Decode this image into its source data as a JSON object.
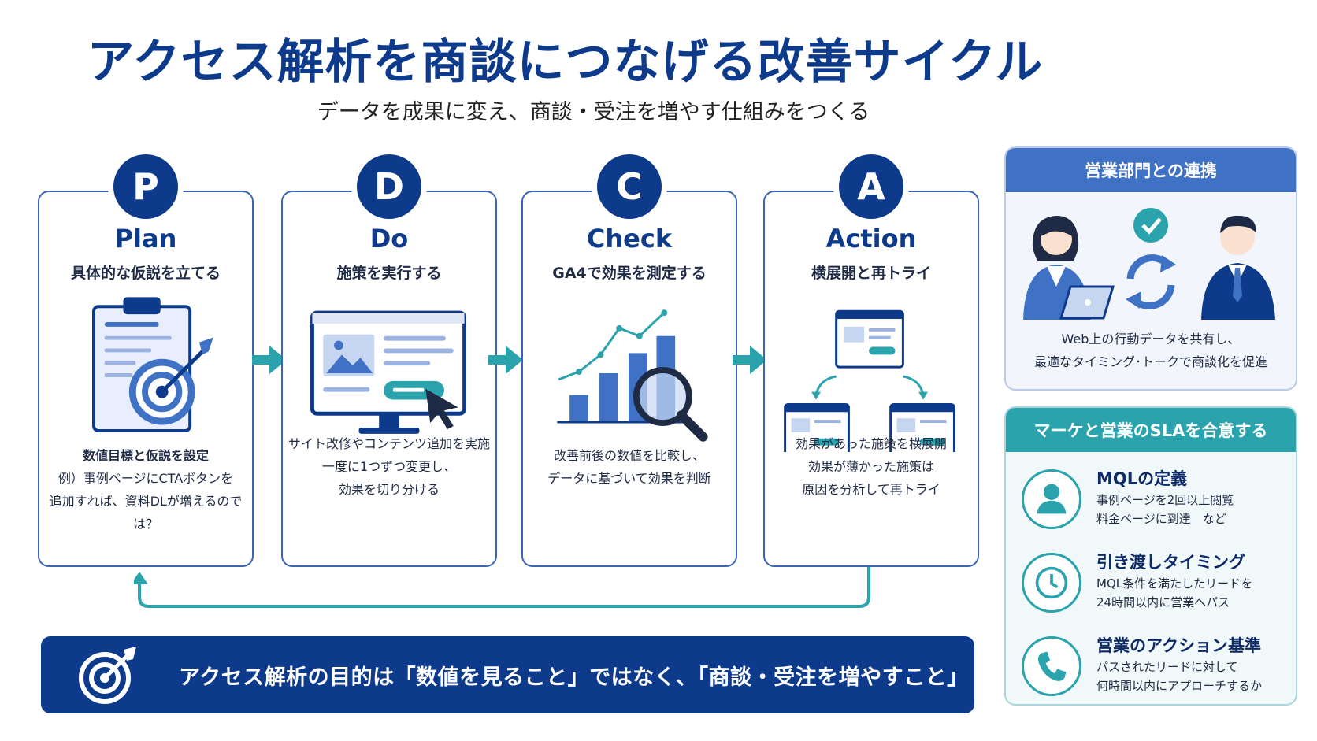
{
  "header": {
    "title": "アクセス解析を商談につなげる改善サイクル",
    "subtitle": "データを成果に変え、商談・受注を増やす仕組みをつくる"
  },
  "cycle": [
    {
      "letter": "P",
      "title": "Plan",
      "subtitle": "具体的な仮説を立てる",
      "desc": [
        "数値目標と仮説を設定",
        "例）事例ページにCTAボタンを",
        "追加すれば、資料DLが増えるのでは？"
      ]
    },
    {
      "letter": "D",
      "title": "Do",
      "subtitle": "施策を実行する",
      "desc": [
        "サイト改修やコンテンツ追加を実施",
        "一度に1つずつ変更し、",
        "効果を切り分ける"
      ]
    },
    {
      "letter": "C",
      "title": "Check",
      "subtitle": "GA4で効果を測定する",
      "desc": [
        "改善前後の数値を比較し、",
        "データに基づいて効果を判断"
      ]
    },
    {
      "letter": "A",
      "title": "Action",
      "subtitle": "横展開と再トライ",
      "desc": [
        "効果があった施策を横展開",
        "効果が薄かった施策は",
        "原因を分析して再トライ"
      ]
    }
  ],
  "banner": {
    "text": "アクセス解析の目的は「数値を見ること」ではなく、「商談・受注を増やすこと」"
  },
  "sales_panel": {
    "title": "営業部門との連携",
    "lines": [
      "Web上の行動データを共有し、",
      "最適なタイミング･トークで商談化を促進"
    ]
  },
  "sla_panel": {
    "title": "マーケと営業のSLAを合意する",
    "items": [
      {
        "icon": "user-icon",
        "title": "MQLの定義",
        "lines": [
          "事例ページを2回以上閲覧",
          "料金ページに到達　など"
        ]
      },
      {
        "icon": "clock-icon",
        "title": "引き渡しタイミング",
        "lines": [
          "MQL条件を満たしたリードを",
          "24時間以内に営業へパス"
        ]
      },
      {
        "icon": "phone-icon",
        "title": "営業のアクション基準",
        "lines": [
          "パスされたリードに対して",
          "何時間以内にアプローチするか"
        ]
      }
    ]
  },
  "colors": {
    "navy": "#0d3a8a",
    "blue": "#3f72c4",
    "teal": "#2aa3ad"
  }
}
